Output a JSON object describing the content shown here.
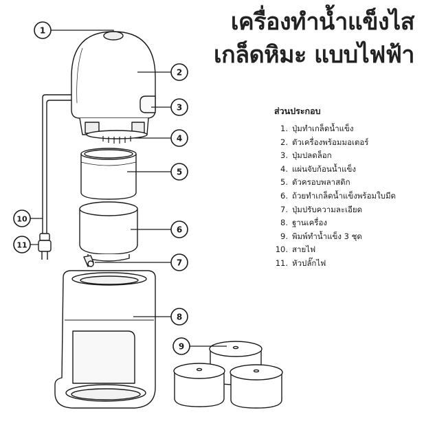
{
  "title": {
    "line1": "เครื่องทำน้ำแข็งไส",
    "line2": "เกล็ดหิมะ แบบไฟฟ้า"
  },
  "parts": {
    "heading": "ส่วนประกอบ",
    "items": [
      {
        "num": "1.",
        "label": "ปุ่มทำเกล็ดน้ำแข็ง"
      },
      {
        "num": "2.",
        "label": "ตัวเครื่องพร้อมมอเตอร์"
      },
      {
        "num": "3.",
        "label": "ปุ่มปลดล็อก"
      },
      {
        "num": "4.",
        "label": "แผ่นจับก้อนน้ำแข็ง"
      },
      {
        "num": "5.",
        "label": "ตัวครอบพลาสติก"
      },
      {
        "num": "6.",
        "label": "ถ้วยทำเกล็ดน้ำแข็งพร้อมใบมีด"
      },
      {
        "num": "7.",
        "label": "ปุ่มปรับความละเอียด"
      },
      {
        "num": "8.",
        "label": "ฐานเครื่อง"
      },
      {
        "num": "9.",
        "label": "พิมพ์ทำน้ำแข็ง 3 ชุด"
      },
      {
        "num": "10.",
        "label": "สายไฟ"
      },
      {
        "num": "11.",
        "label": "หัวปลั๊กไฟ"
      }
    ]
  },
  "callouts": [
    "1",
    "2",
    "3",
    "4",
    "5",
    "6",
    "7",
    "8",
    "9",
    "10",
    "11"
  ],
  "colors": {
    "line": "#1a1a1a",
    "fill": "#ffffff",
    "shade": "#f2f2f2"
  }
}
